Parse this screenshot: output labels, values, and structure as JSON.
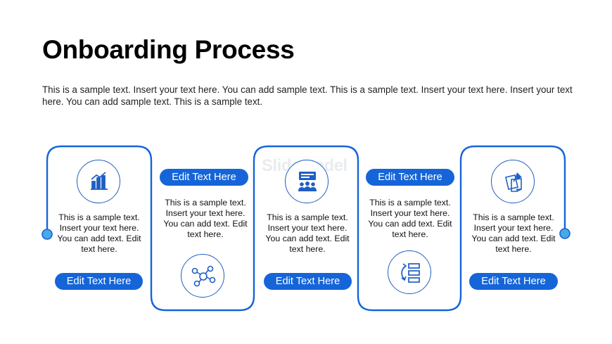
{
  "slide": {
    "title": "Onboarding Process",
    "subtitle": "This is a sample text. Insert your text here. You can add sample text. This is a sample text. Insert your text here. Insert your text here. You can add sample text. This is a sample text.",
    "watermark": "SlideModel"
  },
  "colors": {
    "accent": "#1565d8",
    "outline": "#1f5fc4",
    "dot": "#4aa8e6"
  },
  "steps": [
    {
      "label": "Edit Text Here",
      "text": "This is a sample text. Insert your text here. You can add text. Edit text here.",
      "icon": "bar-chart-icon"
    },
    {
      "label": "Edit Text Here",
      "text": "This is a sample text. Insert your text here. You can add text. Edit text here.",
      "icon": "network-icon"
    },
    {
      "label": "Edit Text Here",
      "text": "This is a sample text. Insert your text here. You can add text. Edit text here.",
      "icon": "presentation-team-icon"
    },
    {
      "label": "Edit Text Here",
      "text": "This is a sample text. Insert your text here. You can add text. Edit text here.",
      "icon": "checklist-icon"
    },
    {
      "label": "Edit Text Here",
      "text": "This is a sample text. Insert your text here. You can add text. Edit text here.",
      "icon": "sticky-notes-icon"
    }
  ]
}
